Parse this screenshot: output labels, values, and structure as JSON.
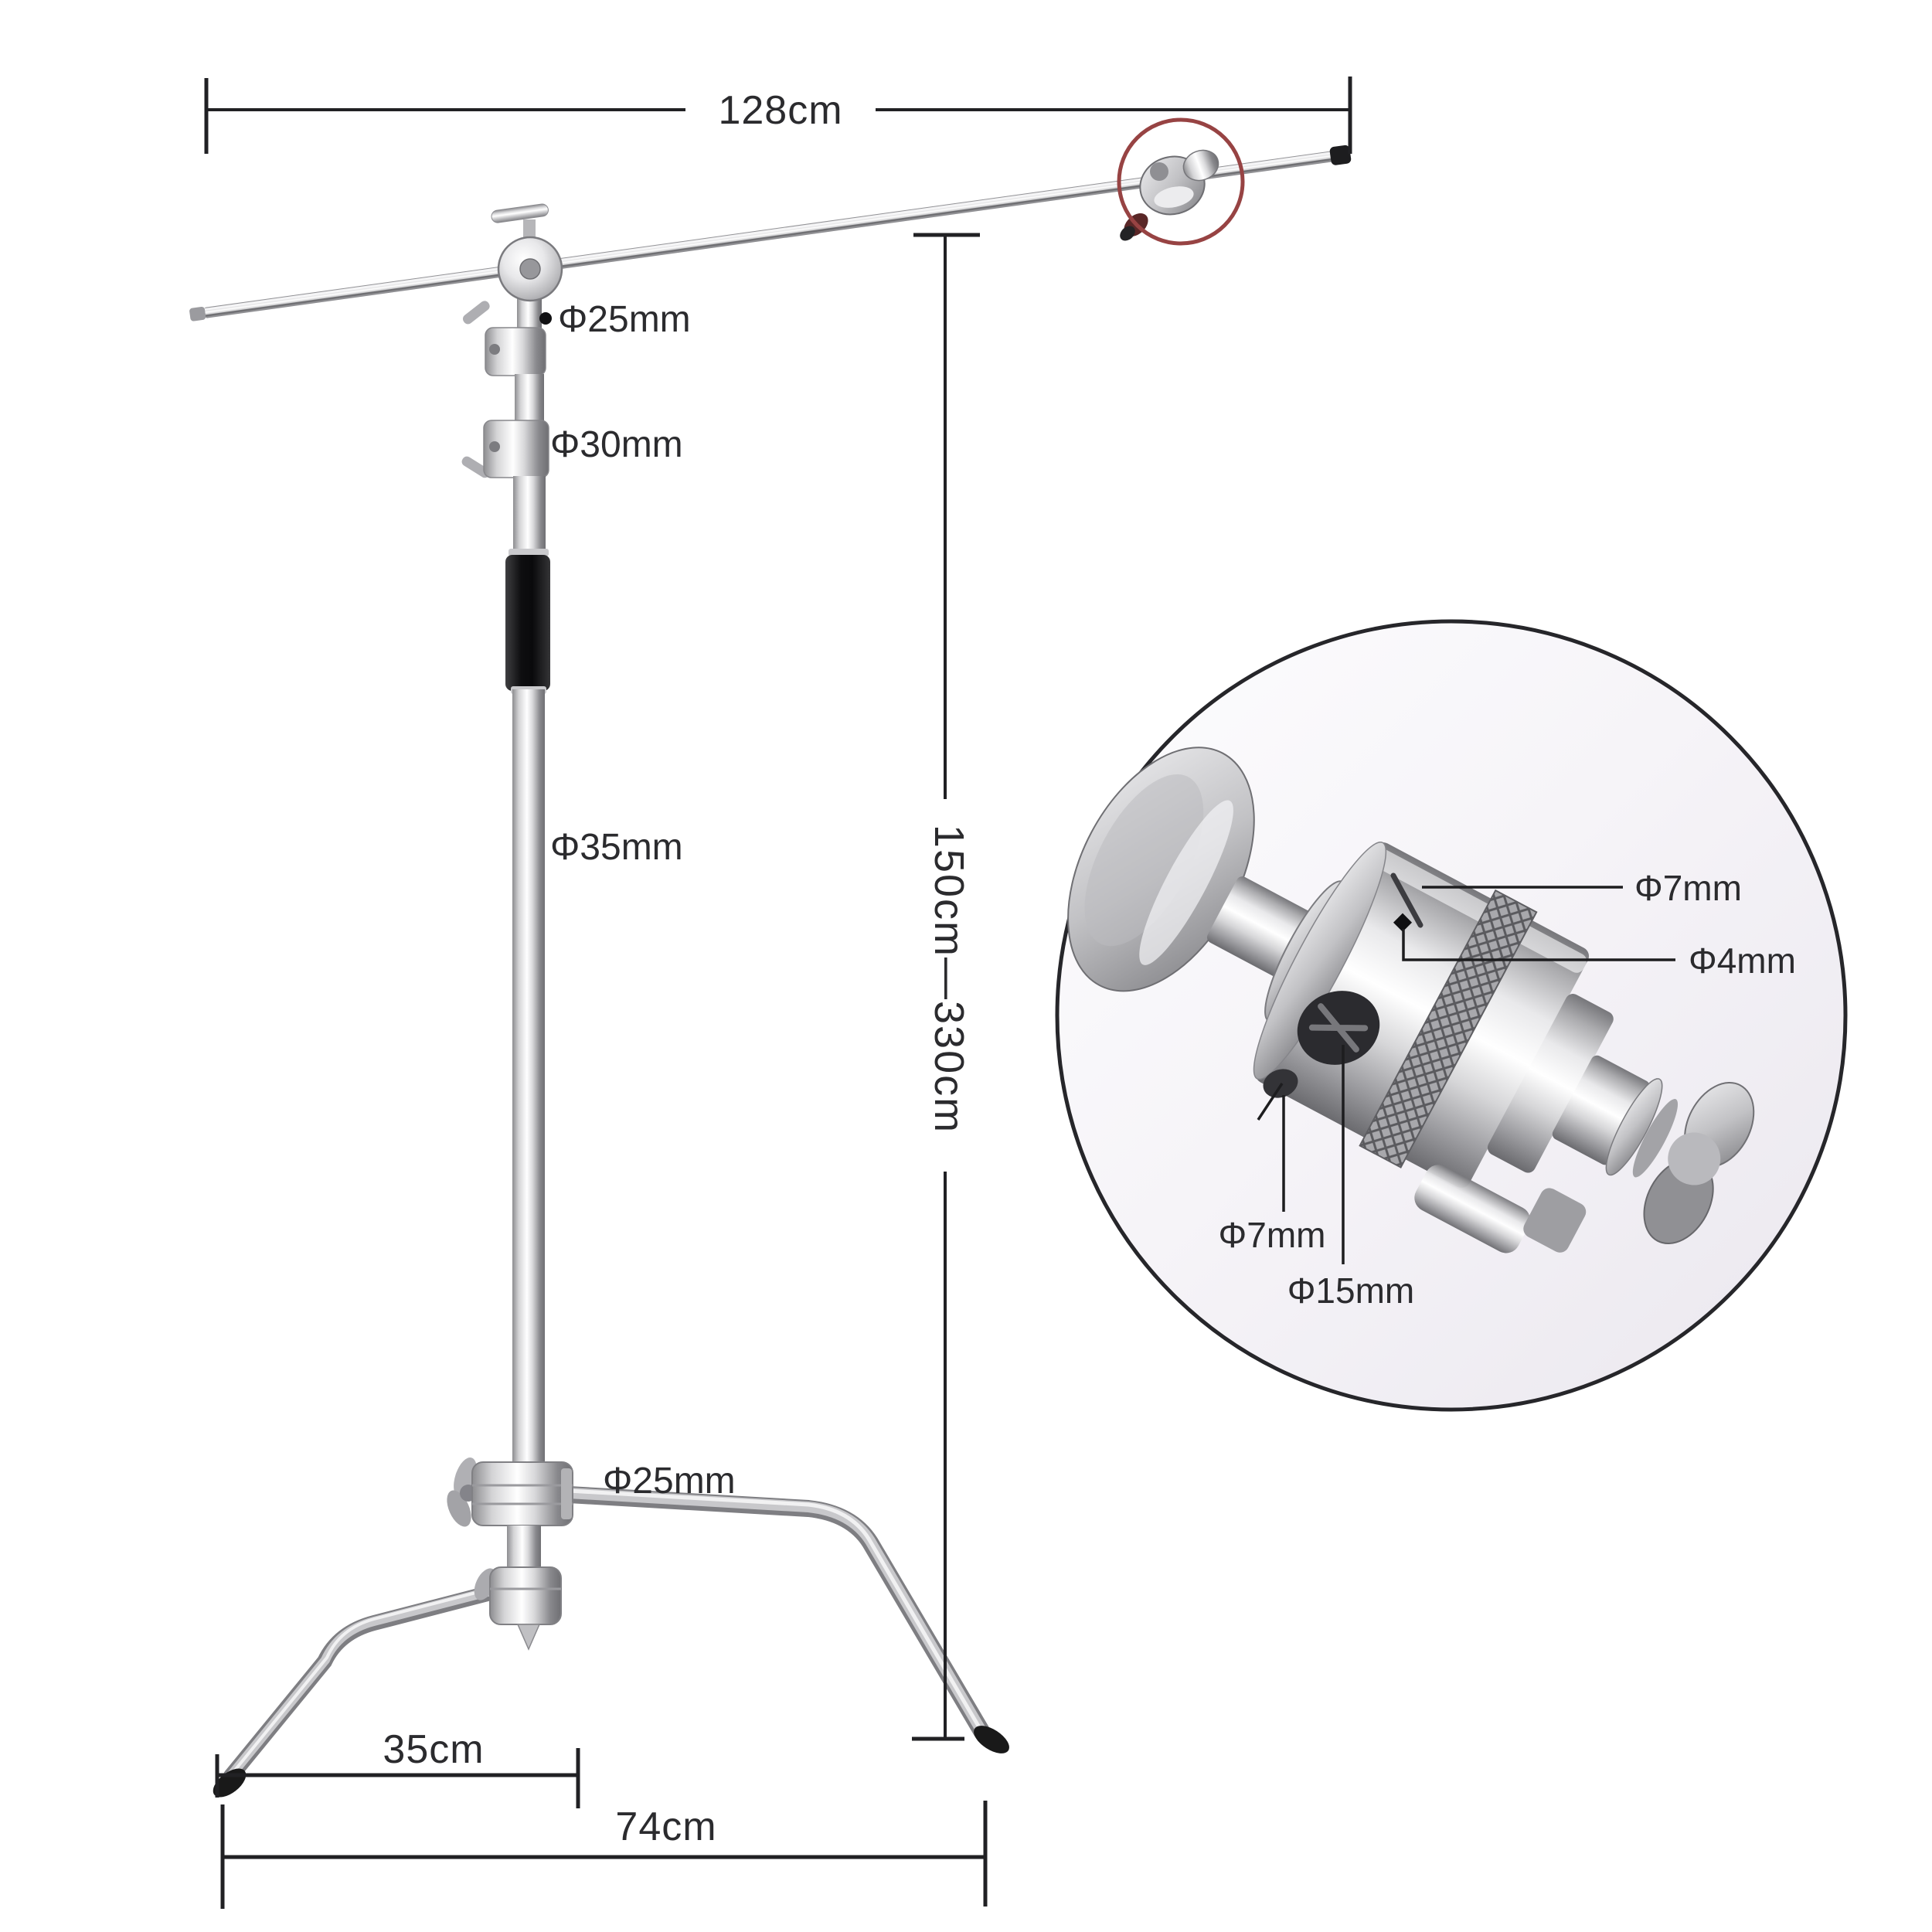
{
  "page": {
    "type": "product-dimension-diagram",
    "product": "C-stand light stand with boom arm and grip head detail",
    "background": "#ffffff"
  },
  "annotations": {
    "boom_length": "128cm",
    "boom_tube_diameter": "Φ25mm",
    "upper_column_diameter": "Φ30mm",
    "main_column_diameter": "Φ35mm",
    "base_riser_diameter": "Φ25mm",
    "height_range": "150cm—330cm",
    "leg_reach": "35cm",
    "base_spread": "74cm"
  },
  "detail_view": {
    "name": "grip-head-detail",
    "labels": {
      "top_hole_diameter": "Φ7mm",
      "safety_pin_hole_diameter": "Φ4mm",
      "side_hole_diameter": "Φ7mm",
      "center_hole_diameter": "Φ15mm"
    }
  },
  "colors": {
    "dimension_line": "#212124",
    "label_text": "#2b2b2e",
    "highlight_circle": "#974343",
    "detail_circle_border": "#26262a",
    "detail_circle_fill": "#f2f0f5",
    "metal_light": "#f2f2f4",
    "metal_mid": "#b9b9bc",
    "metal_dark": "#6f6f73",
    "foam_grip": "#141414"
  }
}
